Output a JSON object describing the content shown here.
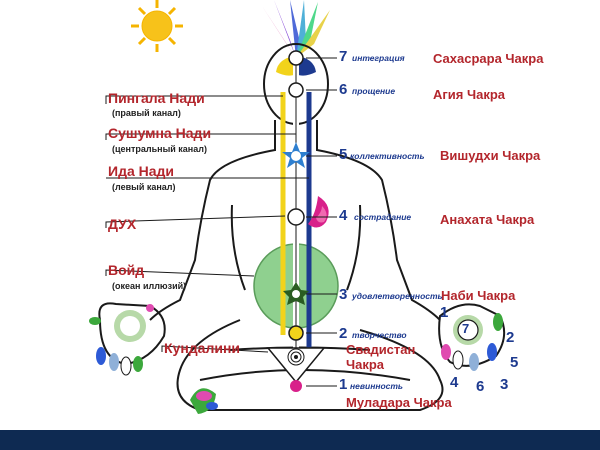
{
  "nadis": [
    {
      "name": "Пингала Нади",
      "desc": "(правый канал)"
    },
    {
      "name": "Сушумна Нади",
      "desc": "(центральный канал)"
    },
    {
      "name": "Ида Нади",
      "desc": "(левый канал)"
    }
  ],
  "left_labels": {
    "spirit": "ДУХ",
    "void": "Войд",
    "void_desc": "(океан иллюзий)",
    "kundalini": "Кундалини"
  },
  "chakras": [
    {
      "num": "7",
      "quality": "интеграция",
      "name": "Сахасрара Чакра"
    },
    {
      "num": "6",
      "quality": "прощение",
      "name": "Агия Чакра"
    },
    {
      "num": "5",
      "quality": "коллективность",
      "name": "Вишудхи Чакра"
    },
    {
      "num": "4",
      "quality": "сострадание",
      "name": "Анахата Чакра"
    },
    {
      "num": "3",
      "quality": "удовлетворенность",
      "name": "Наби Чакра"
    },
    {
      "num": "2",
      "quality": "творчество",
      "name": "Свадистан Чакра"
    },
    {
      "num": "1",
      "quality": "невинность",
      "name": "Муладара Чакра"
    }
  ],
  "hand_numbers": {
    "palm": "7",
    "fingers": [
      "1",
      "2",
      "3",
      "4",
      "5",
      "6"
    ]
  },
  "colors": {
    "body_outline": "#1a1a1a",
    "yellow_channel": "#f2d31b",
    "blue_channel": "#1d3a8f",
    "heart_green": "#8fd08f",
    "label_red": "#b3262c",
    "number_blue": "#1d3a8f",
    "sun": "#f5b400",
    "moon": "#2233a0",
    "bottom_bar": "#0e2a52"
  },
  "icons": [
    "sun-icon",
    "crescent-moon-icon",
    "crown-flame-icon",
    "heart-flame-icon",
    "spiral-icon"
  ]
}
